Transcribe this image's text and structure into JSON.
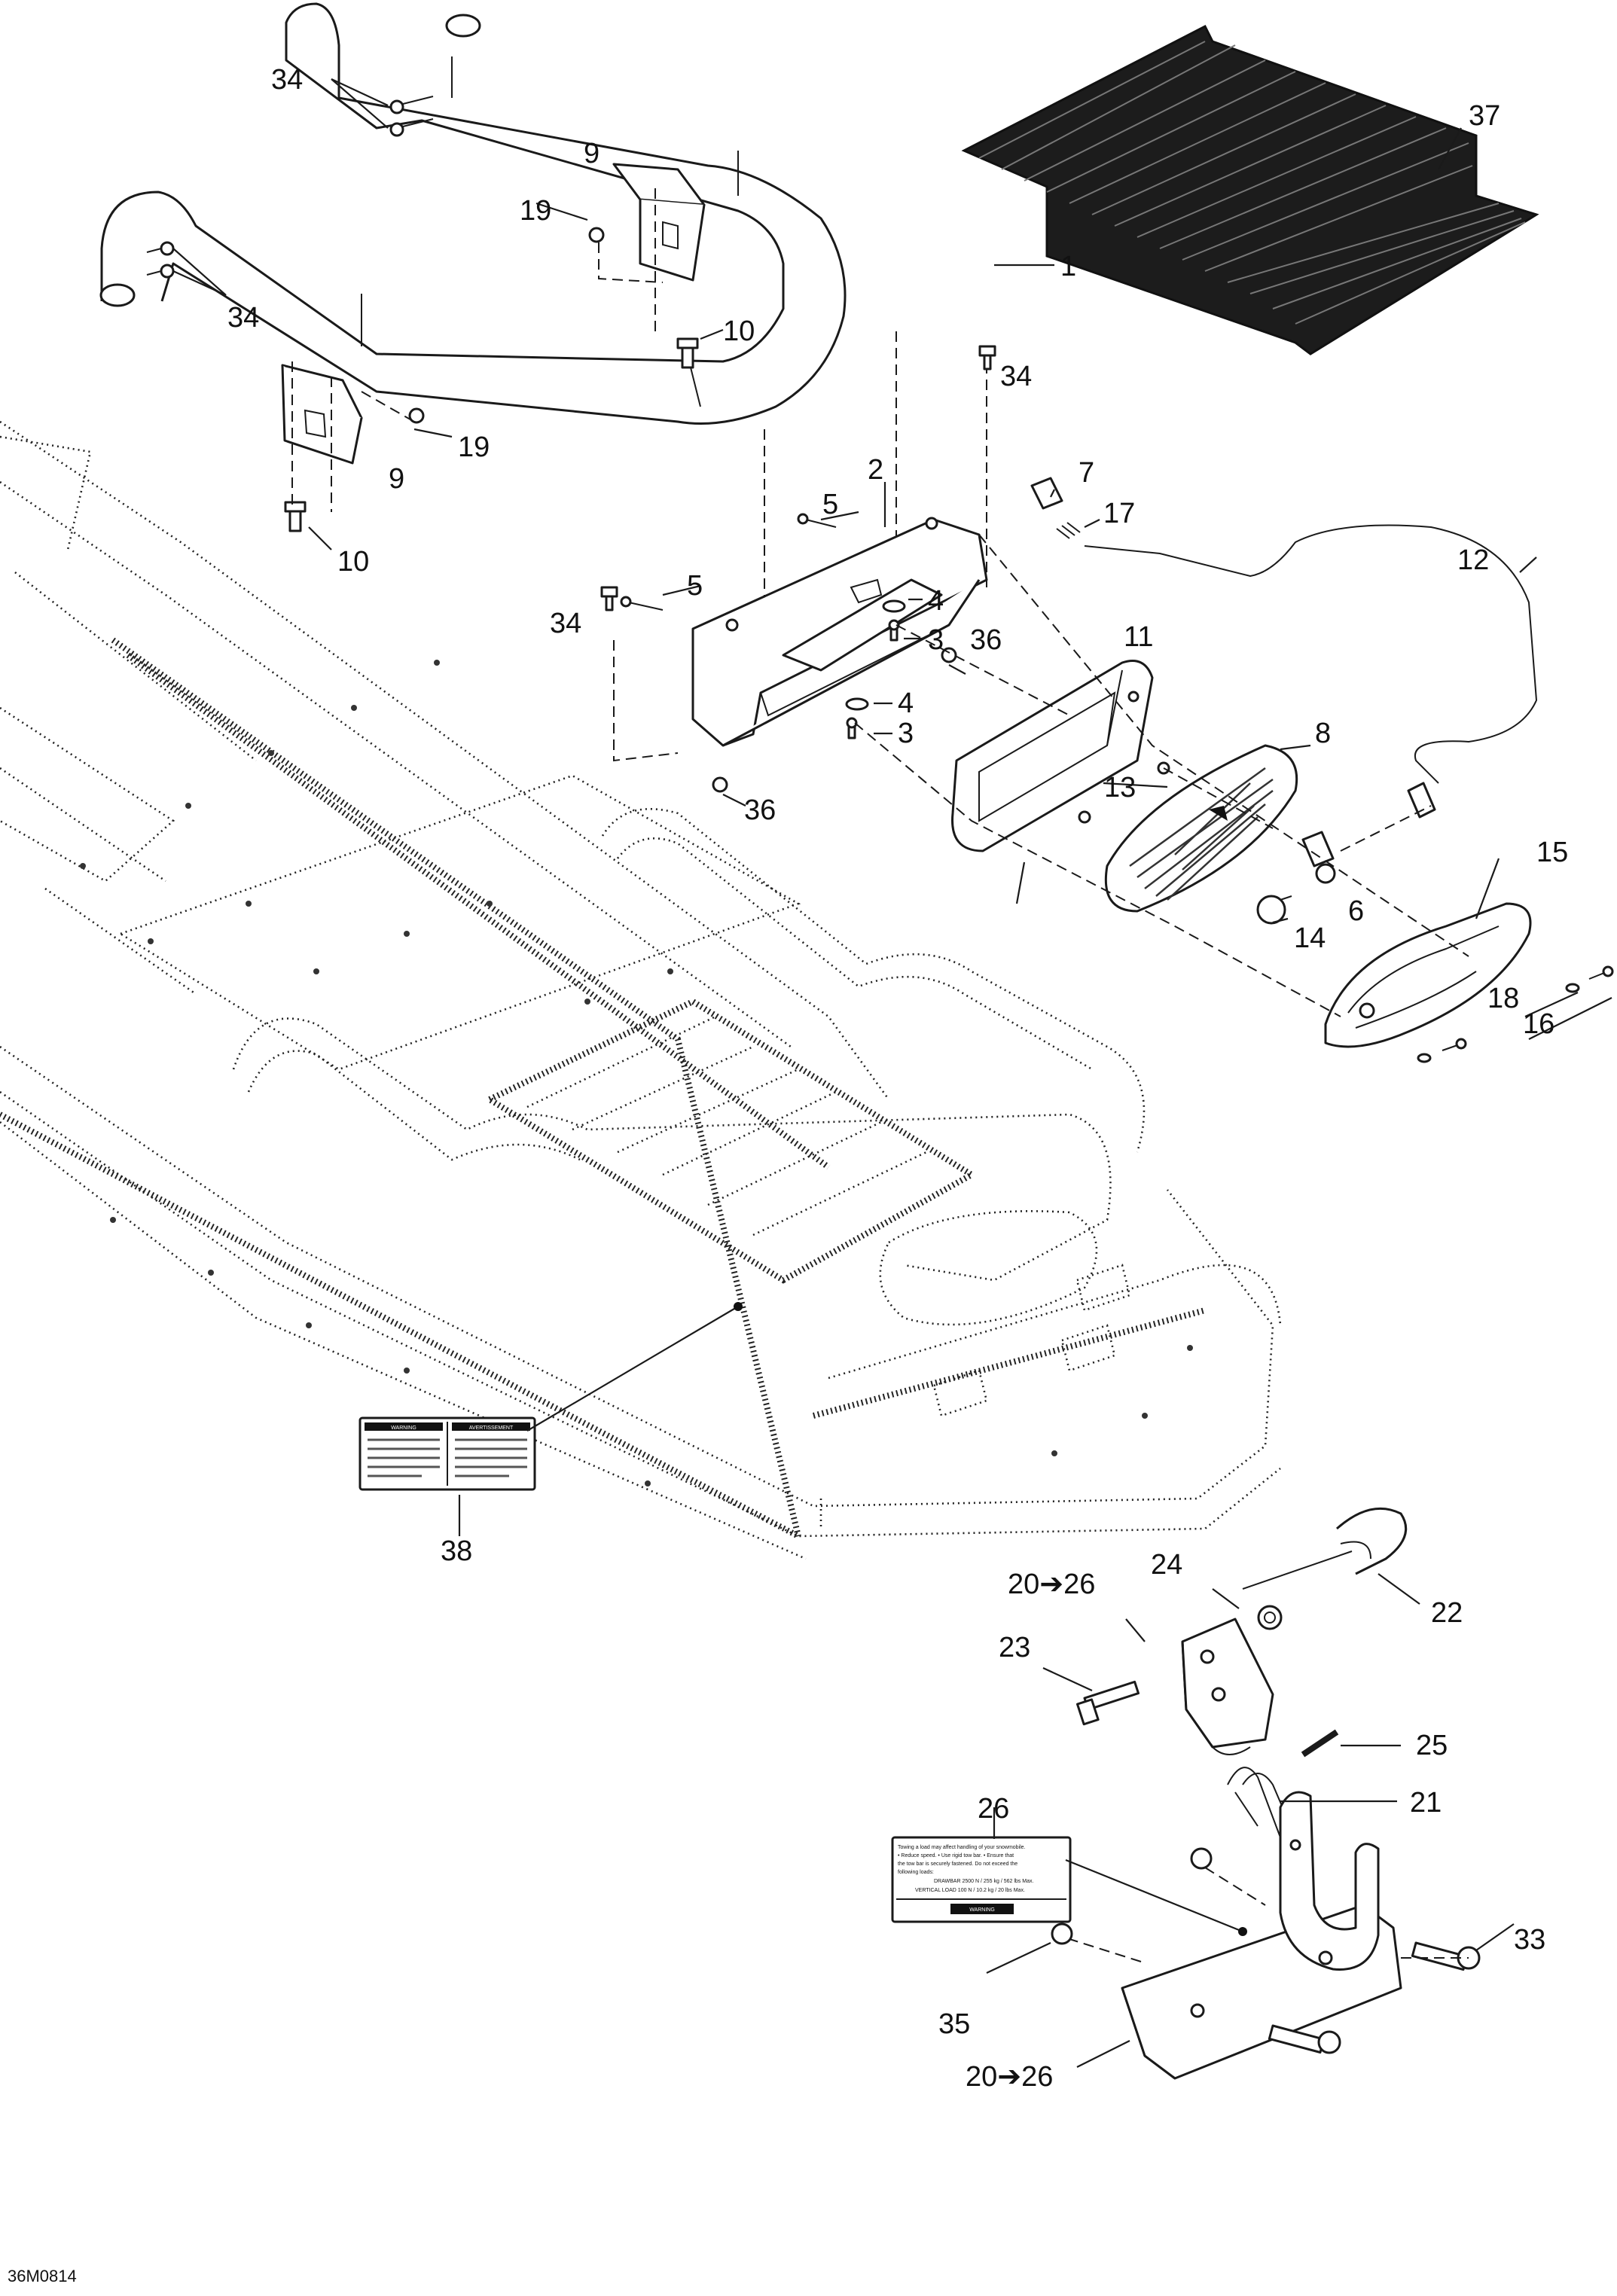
{
  "diagram_code": "36M0814",
  "callouts": {
    "c1": "1",
    "c2": "2",
    "c3a": "3",
    "c3b": "3",
    "c4a": "4",
    "c4b": "4",
    "c5a": "5",
    "c5b": "5",
    "c6": "6",
    "c7": "7",
    "c8": "8",
    "c9a": "9",
    "c9b": "9",
    "c10a": "10",
    "c10b": "10",
    "c11": "11",
    "c12": "12",
    "c13": "13",
    "c14": "14",
    "c15": "15",
    "c16": "16",
    "c17": "17",
    "c18": "18",
    "c19a": "19",
    "c19b": "19",
    "c20a": "20➔26",
    "c20b": "20➔26",
    "c21": "21",
    "c22": "22",
    "c23": "23",
    "c24": "24",
    "c25": "25",
    "c26": "26",
    "c33": "33",
    "c34a": "34",
    "c34b": "34",
    "c34c": "34",
    "c34d": "34",
    "c35": "35",
    "c36a": "36",
    "c36b": "36",
    "c37": "37",
    "c38": "38"
  },
  "decal_38": {
    "warning_en": "WARNING",
    "warning_fr": "AVERTISSEMENT"
  },
  "decal_26": {
    "text_lines": [
      "Towing a load may affect handling of your snowmobile.",
      "• Reduce speed. • Use rigid tow bar. • Ensure that",
      "the tow bar is securely fastened. Do not exceed the",
      "following loads:",
      "DRAWBAR 2500 N / 255 kg / 562 lbs Max.",
      "VERTICAL LOAD 100 N / 10.2 kg / 20 lbs Max."
    ],
    "warning": "WARNING"
  }
}
